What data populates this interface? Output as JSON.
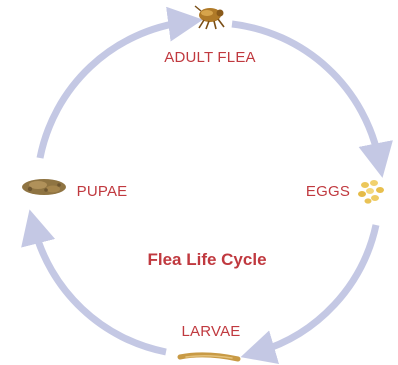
{
  "diagram": {
    "title": "Flea Life Cycle",
    "stages": [
      {
        "label": "ADULT FLEA",
        "icon": "adult-flea-icon"
      },
      {
        "label": "EGGS",
        "icon": "flea-eggs-icon"
      },
      {
        "label": "LARVAE",
        "icon": "flea-larva-icon"
      },
      {
        "label": "PUPAE",
        "icon": "flea-pupa-icon"
      }
    ],
    "colors": {
      "text": "#c0393f",
      "arrow": "#c4c8e4",
      "adult": "#b07a28",
      "eggs": "#ecc75a",
      "larva": "#c89a45",
      "pupa": "#8f7442"
    }
  }
}
